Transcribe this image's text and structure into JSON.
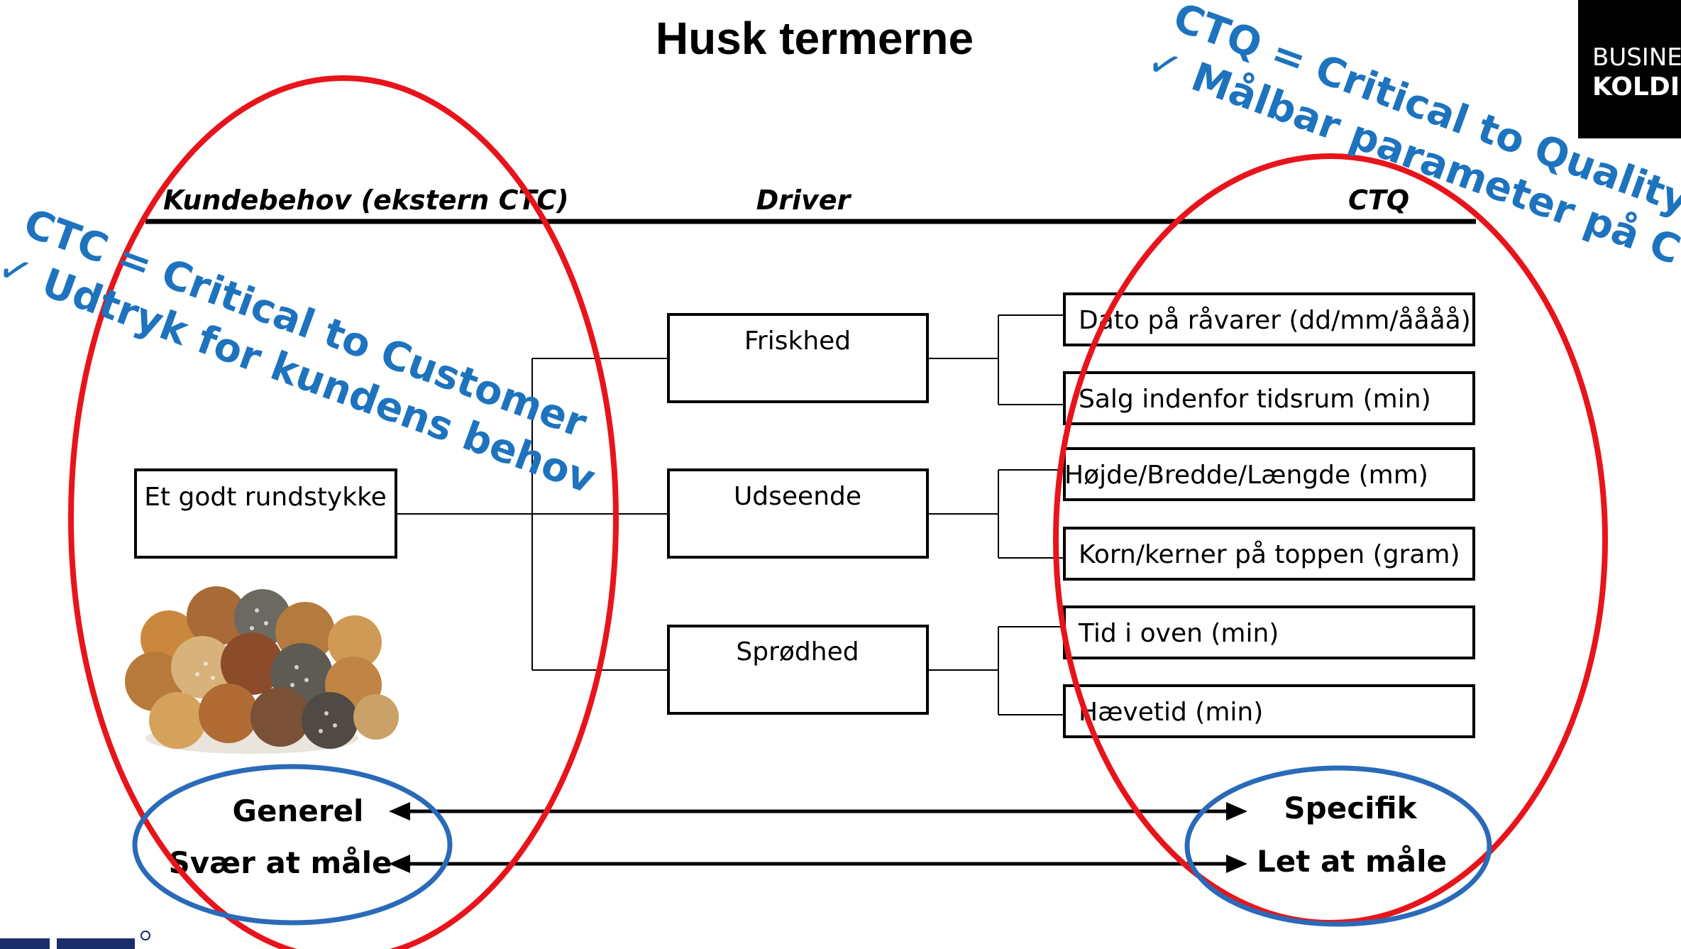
{
  "title": "Husk termerne",
  "brand": {
    "line1": "BUSINES",
    "line2": "KOLDIN"
  },
  "headers": {
    "left": "Kundebehov (ekstern CTC)",
    "middle": "Driver",
    "right": "CTQ"
  },
  "root_node": "Et godt rundstykke",
  "drivers": [
    "Friskhed",
    "Udseende",
    "Sprødhed"
  ],
  "ctq_items": [
    "Dato på råvarer (dd/mm/åååå)",
    "Salg indenfor tidsrum (min)",
    "Højde/Bredde/Længde (mm)",
    "Korn/kerner på toppen (gram)",
    "Tid i oven (min)",
    "Hævetid (min)"
  ],
  "annotations": {
    "ctc_line1": "CTC = Critical to Customer",
    "ctc_line2": "✓ Udtryk for kundens behov",
    "ctq_line1": "CTQ = Critical to Quality",
    "ctq_line2": "✓ Målbar parameter på CTC"
  },
  "scale": {
    "left_top": "Generel",
    "left_bottom": "Svær at måle",
    "right_top": "Specifik",
    "right_bottom": "Let at måle"
  },
  "image": {
    "icon": "bread-rolls-image"
  },
  "colors": {
    "ellipse_red": "#e8141b",
    "ellipse_blue": "#2a6ab8",
    "annotation_blue": "#1e73be",
    "brand_bg": "#000000"
  }
}
